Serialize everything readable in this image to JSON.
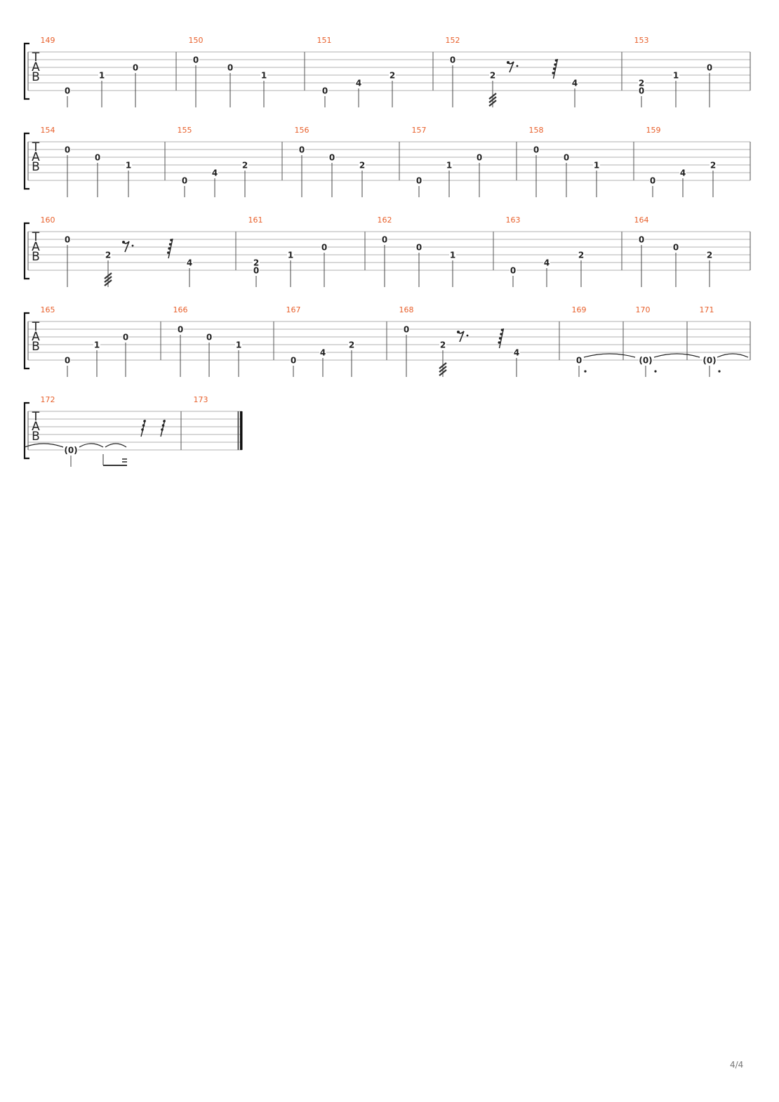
{
  "page": {
    "page_number": "4/4"
  },
  "tab_clef": [
    "T",
    "A",
    "B"
  ],
  "colors": {
    "measure_number": "#e8602c",
    "staff_line": "#999999",
    "note_text": "#222222"
  },
  "systems": [
    {
      "measures": [
        {
          "number": "149",
          "notes": [
            {
              "string": 6,
              "fret": "0"
            },
            {
              "string": 4,
              "fret": "1"
            },
            {
              "string": 3,
              "fret": "0"
            }
          ]
        },
        {
          "number": "150",
          "notes": [
            {
              "string": 2,
              "fret": "0"
            },
            {
              "string": 3,
              "fret": "0"
            },
            {
              "string": 4,
              "fret": "1"
            }
          ]
        },
        {
          "number": "151",
          "notes": [
            {
              "string": 6,
              "fret": "0"
            },
            {
              "string": 5,
              "fret": "4"
            },
            {
              "string": 4,
              "fret": "2"
            }
          ]
        },
        {
          "number": "152",
          "notes": [
            {
              "string": 2,
              "fret": "0"
            },
            {
              "string": 4,
              "fret": "2"
            },
            {
              "string": 5,
              "fret": "4"
            }
          ],
          "rests": true
        },
        {
          "number": "153",
          "notes": [
            {
              "string": 5,
              "fret": "2"
            },
            {
              "string": 6,
              "fret": "0"
            },
            {
              "string": 4,
              "fret": "1"
            },
            {
              "string": 3,
              "fret": "0"
            }
          ]
        }
      ]
    },
    {
      "measures": [
        {
          "number": "154",
          "notes": [
            {
              "string": 2,
              "fret": "0"
            },
            {
              "string": 3,
              "fret": "0"
            },
            {
              "string": 4,
              "fret": "1"
            }
          ]
        },
        {
          "number": "155",
          "notes": [
            {
              "string": 6,
              "fret": "0"
            },
            {
              "string": 5,
              "fret": "4"
            },
            {
              "string": 4,
              "fret": "2"
            }
          ]
        },
        {
          "number": "156",
          "notes": [
            {
              "string": 2,
              "fret": "0"
            },
            {
              "string": 3,
              "fret": "0"
            },
            {
              "string": 4,
              "fret": "2"
            }
          ]
        },
        {
          "number": "157",
          "notes": [
            {
              "string": 6,
              "fret": "0"
            },
            {
              "string": 4,
              "fret": "1"
            },
            {
              "string": 3,
              "fret": "0"
            }
          ]
        },
        {
          "number": "158",
          "notes": [
            {
              "string": 2,
              "fret": "0"
            },
            {
              "string": 3,
              "fret": "0"
            },
            {
              "string": 4,
              "fret": "1"
            }
          ]
        },
        {
          "number": "159",
          "notes": [
            {
              "string": 6,
              "fret": "0"
            },
            {
              "string": 5,
              "fret": "4"
            },
            {
              "string": 4,
              "fret": "2"
            }
          ]
        }
      ]
    },
    {
      "measures": [
        {
          "number": "160",
          "notes": [
            {
              "string": 2,
              "fret": "0"
            },
            {
              "string": 4,
              "fret": "2"
            },
            {
              "string": 5,
              "fret": "4"
            }
          ],
          "rests": true
        },
        {
          "number": "161",
          "notes": [
            {
              "string": 5,
              "fret": "2"
            },
            {
              "string": 6,
              "fret": "0"
            },
            {
              "string": 4,
              "fret": "1"
            },
            {
              "string": 3,
              "fret": "0"
            }
          ]
        },
        {
          "number": "162",
          "notes": [
            {
              "string": 2,
              "fret": "0"
            },
            {
              "string": 3,
              "fret": "0"
            },
            {
              "string": 4,
              "fret": "1"
            }
          ]
        },
        {
          "number": "163",
          "notes": [
            {
              "string": 6,
              "fret": "0"
            },
            {
              "string": 5,
              "fret": "4"
            },
            {
              "string": 4,
              "fret": "2"
            }
          ]
        },
        {
          "number": "164",
          "notes": [
            {
              "string": 2,
              "fret": "0"
            },
            {
              "string": 3,
              "fret": "0"
            },
            {
              "string": 4,
              "fret": "2"
            }
          ]
        }
      ]
    },
    {
      "measures": [
        {
          "number": "165",
          "notes": [
            {
              "string": 6,
              "fret": "0"
            },
            {
              "string": 4,
              "fret": "1"
            },
            {
              "string": 3,
              "fret": "0"
            }
          ]
        },
        {
          "number": "166",
          "notes": [
            {
              "string": 2,
              "fret": "0"
            },
            {
              "string": 3,
              "fret": "0"
            },
            {
              "string": 4,
              "fret": "1"
            }
          ]
        },
        {
          "number": "167",
          "notes": [
            {
              "string": 6,
              "fret": "0"
            },
            {
              "string": 5,
              "fret": "4"
            },
            {
              "string": 4,
              "fret": "2"
            }
          ]
        },
        {
          "number": "168",
          "notes": [
            {
              "string": 2,
              "fret": "0"
            },
            {
              "string": 4,
              "fret": "2"
            },
            {
              "string": 5,
              "fret": "4"
            }
          ],
          "rests": true
        },
        {
          "number": "169",
          "notes": [
            {
              "string": 6,
              "fret": "0"
            }
          ]
        },
        {
          "number": "170",
          "notes": [
            {
              "string": 6,
              "fret": "(0)"
            }
          ]
        },
        {
          "number": "171",
          "notes": [
            {
              "string": 6,
              "fret": "(0)"
            }
          ]
        }
      ]
    },
    {
      "measures": [
        {
          "number": "172",
          "notes": [
            {
              "string": 6,
              "fret": "(0)"
            }
          ]
        },
        {
          "number": "173",
          "notes": []
        }
      ]
    }
  ]
}
